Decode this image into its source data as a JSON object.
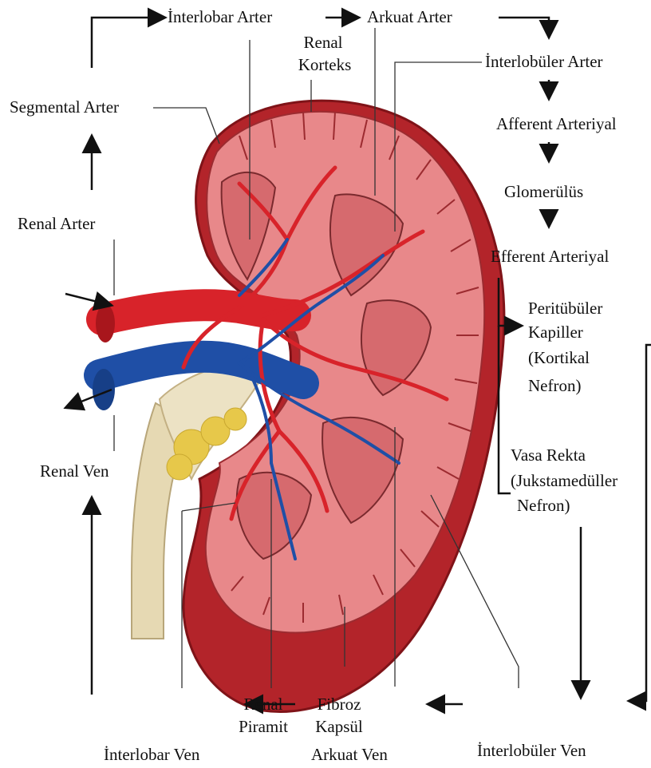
{
  "labels": {
    "interlobar_arter": "İnterlobar Arter",
    "arkuat_arter": "Arkuat Arter",
    "renal_korteks_1": "Renal",
    "renal_korteks_2": "Korteks",
    "interlobuler_arter": "İnterlobüler Arter",
    "segmental_arter": "Segmental Arter",
    "afferent_arteriyal": "Afferent Arteriyal",
    "glomerulus": "Glomerülüs",
    "renal_arter": "Renal Arter",
    "efferent_arteriyal": "Efferent Arteriyal",
    "perituбuler_1": "Peritübüler",
    "perituбuler_2": "Kapiller",
    "perituбuler_3": "(Kortikal",
    "perituбuler_4": "Nefron)",
    "vasa_1": "Vasa Rekta",
    "vasa_2": "(Jukstamedüller",
    "vasa_3": "Nefron)",
    "renal_ven": "Renal Ven",
    "renal_piramit_1": "Renal",
    "renal_piramit_2": "Piramit",
    "fibroz_1": "Fibroz",
    "fibroz_2": "Kapsül",
    "interlobar_ven": "İnterlobar Ven",
    "arkuat_ven": "Arkuat Ven",
    "interlobuler_ven": "İnterlobüler Ven"
  },
  "colors": {
    "capsule": "#b3242a",
    "cortex": "#e8888a",
    "pyramid": "#d66a6e",
    "artery": "#d8232a",
    "vein": "#1f4fa6",
    "fat": "#e7c84a",
    "ureter": "#e6d9b3"
  }
}
